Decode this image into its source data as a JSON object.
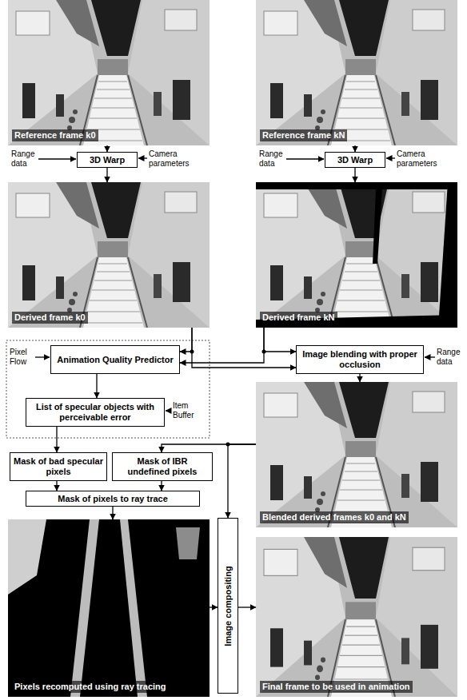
{
  "diagram": {
    "nodes": [
      {
        "text": [
          "Reference frame k0"
        ]
      },
      {
        "text": [
          "Reference frame kN"
        ]
      },
      {
        "text": [
          "3D Warp"
        ]
      },
      {
        "text": [
          "3D Warp"
        ]
      },
      {
        "text": [
          "Derived frame k0"
        ]
      },
      {
        "text": [
          "Derived frame kN"
        ]
      },
      {
        "text": [
          "Animation Quality Predictor"
        ]
      },
      {
        "text": [
          "Image blending with proper occlusion"
        ]
      },
      {
        "text": [
          "List of specular objects with perceivable error"
        ]
      },
      {
        "text": [
          "Mask of bad specular pixels"
        ]
      },
      {
        "text": [
          "Mask of IBR undefined pixels"
        ]
      },
      {
        "text": [
          "Blended derived frames k0 and kN"
        ]
      },
      {
        "text": [
          "Mask of pixels to ray trace"
        ]
      },
      {
        "text": [
          "Image compositing"
        ]
      },
      {
        "text": [
          "Pixels recomputed using ray tracing"
        ]
      },
      {
        "text": [
          "Final frame to be used in animation"
        ]
      }
    ],
    "edges": [
      {
        "from": 0,
        "to": 2,
        "arrow": "to"
      },
      {
        "from": 2,
        "to": 4,
        "arrow": "to"
      },
      {
        "from": 1,
        "to": 3,
        "arrow": "to"
      },
      {
        "from": 3,
        "to": 5,
        "arrow": "to"
      },
      {
        "from": 4,
        "to": 6,
        "arrow": "to"
      },
      {
        "from": 4,
        "to": 7,
        "arrow": "to"
      },
      {
        "from": 5,
        "to": 6,
        "arrow": "to"
      },
      {
        "from": 5,
        "to": 7,
        "arrow": "to"
      },
      {
        "from": 6,
        "to": 8,
        "arrow": "to"
      },
      {
        "from": 8,
        "to": 9,
        "arrow": "to"
      },
      {
        "from": 7,
        "to": 11,
        "arrow": "to"
      },
      {
        "from": 11,
        "to": 10,
        "arrow": "to"
      },
      {
        "from": 11,
        "to": 13,
        "arrow": "to"
      },
      {
        "from": 9,
        "to": 12,
        "arrow": "to"
      },
      {
        "from": 10,
        "to": 12,
        "arrow": "to"
      },
      {
        "from": 12,
        "to": 14,
        "arrow": "to"
      },
      {
        "from": 14,
        "to": 13,
        "arrow": "to"
      },
      {
        "from": 13,
        "to": 15,
        "arrow": "to"
      }
    ],
    "labels": [
      "Range data",
      "Camera parameters",
      "Range data",
      "Camera parameters",
      "Pixel Flow",
      "Range data",
      "Item Buffer"
    ]
  }
}
